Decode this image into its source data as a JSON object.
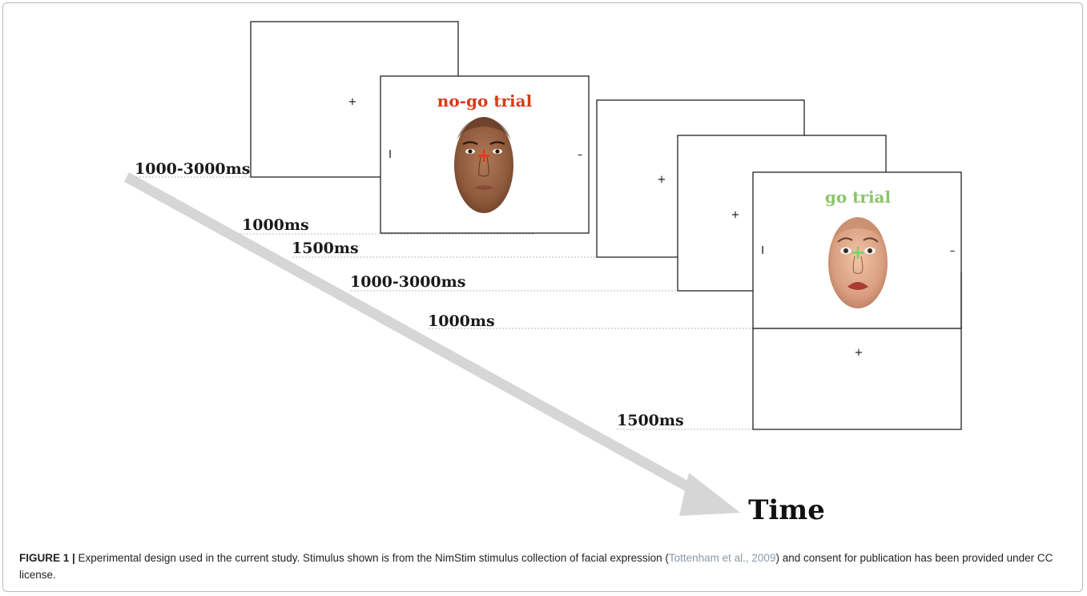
{
  "diagram": {
    "screens": {
      "fixation_1": {
        "symbol": "+"
      },
      "nogo_stimulus": {
        "title": "no-go trial",
        "title_color": "#d93a1c",
        "left_bar": "I",
        "right_bar": "–",
        "cross": "+",
        "cross_color": "#e8361a"
      },
      "fixation_2": {
        "symbol": "+"
      },
      "fixation_3": {
        "symbol": "+"
      },
      "go_stimulus": {
        "title": "go trial",
        "title_color": "#8cc46a",
        "left_bar": "I",
        "right_bar": "–",
        "cross": "+",
        "cross_color": "#7dd36a"
      },
      "fixation_4": {
        "symbol": "+"
      }
    },
    "durations": [
      "1000-3000ms",
      "1000ms",
      "1500ms",
      "1000-3000ms",
      "1000ms",
      "1500ms"
    ],
    "time_label": "Time",
    "arrow_color": "#d6d6d6"
  },
  "caption": {
    "label": "FIGURE 1 |",
    "text_before": " Experimental design used in the current study. Stimulus shown is from the NimStim stimulus collection of facial expression (",
    "citation": "Tottenham et al., 2009",
    "text_after": ") and consent for publication has been provided under CC license."
  }
}
